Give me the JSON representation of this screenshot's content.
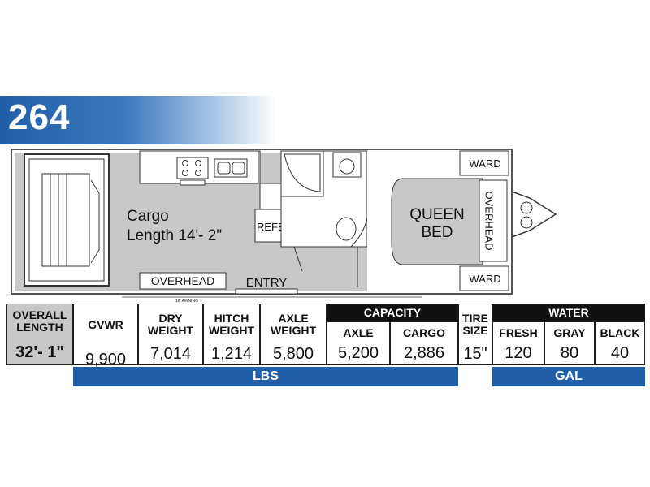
{
  "model": {
    "number": "264"
  },
  "floorplan": {
    "cargo_label_line1": "Cargo",
    "cargo_label_line2": "Length 14'- 2\"",
    "refer_label": "REFER",
    "overhead_front_label": "OVERHEAD",
    "entry_label": "ENTRY",
    "queen_bed_line1": "QUEEN",
    "queen_bed_line2": "BED",
    "overhead_bed_label": "OVERHEAD",
    "ward_top_label": "WARD",
    "ward_bottom_label": "WARD",
    "awning_label": "18' AWNING"
  },
  "specs": {
    "overall_length": {
      "header_line1": "OVERALL",
      "header_line2": "LENGTH",
      "value": "32'- 1\""
    },
    "gvwr": {
      "header": "GVWR",
      "value": "9,900"
    },
    "dry_weight": {
      "header_line1": "DRY",
      "header_line2": "WEIGHT",
      "value": "7,014"
    },
    "hitch_weight": {
      "header_line1": "HITCH",
      "header_line2": "WEIGHT",
      "value": "1,214"
    },
    "axle_weight": {
      "header_line1": "AXLE",
      "header_line2": "WEIGHT",
      "value": "5,800"
    },
    "capacity": {
      "group_label": "CAPACITY",
      "axle": {
        "header": "AXLE",
        "value": "5,200"
      },
      "cargo": {
        "header": "CARGO",
        "value": "2,886"
      }
    },
    "tire_size": {
      "header_line1": "TIRE",
      "header_line2": "SIZE",
      "value": "15\""
    },
    "water": {
      "group_label": "WATER",
      "fresh": {
        "header": "FRESH",
        "value": "120"
      },
      "gray": {
        "header": "GRAY",
        "value": "80"
      },
      "black": {
        "header": "BLACK",
        "value": "40"
      }
    },
    "lbs_unit": "LBS",
    "gal_unit": "GAL"
  },
  "colors": {
    "brand_blue": "#1f5fa8",
    "floor_gray": "#c8c8c8",
    "length_cell_gray": "#c8c8c8"
  }
}
